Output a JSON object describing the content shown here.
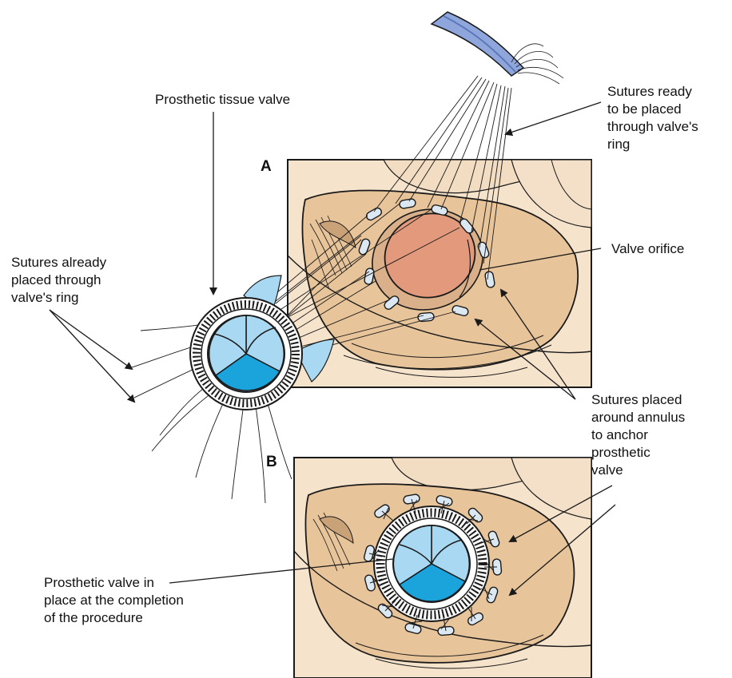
{
  "panels": {
    "a": "A",
    "b": "B"
  },
  "labels": {
    "prosthetic_tissue_valve": "Prosthetic tissue valve",
    "sutures_ready": "Sutures ready\nto be placed\nthrough valve's\nring",
    "sutures_already": "Sutures already\nplaced through\nvalve's ring",
    "valve_orifice": "Valve orifice",
    "sutures_around_annulus": "Sutures placed\naround annulus\nto anchor\nprosthetic\nvalve",
    "prosthetic_in_place": "Prosthetic valve in\nplace at the completion\nof the procedure"
  },
  "colors": {
    "tissue": "#e8c49a",
    "tissue_dark": "#c9a277",
    "frame_bg": "#f6e3cc",
    "orifice": "#e39a7c",
    "pledget": "#dbe8f2",
    "leaflet_light": "#a9d8f2",
    "leaflet_dark": "#1ba3dc",
    "holder": "#8ea6dc",
    "outline": "#1a1a1a"
  }
}
